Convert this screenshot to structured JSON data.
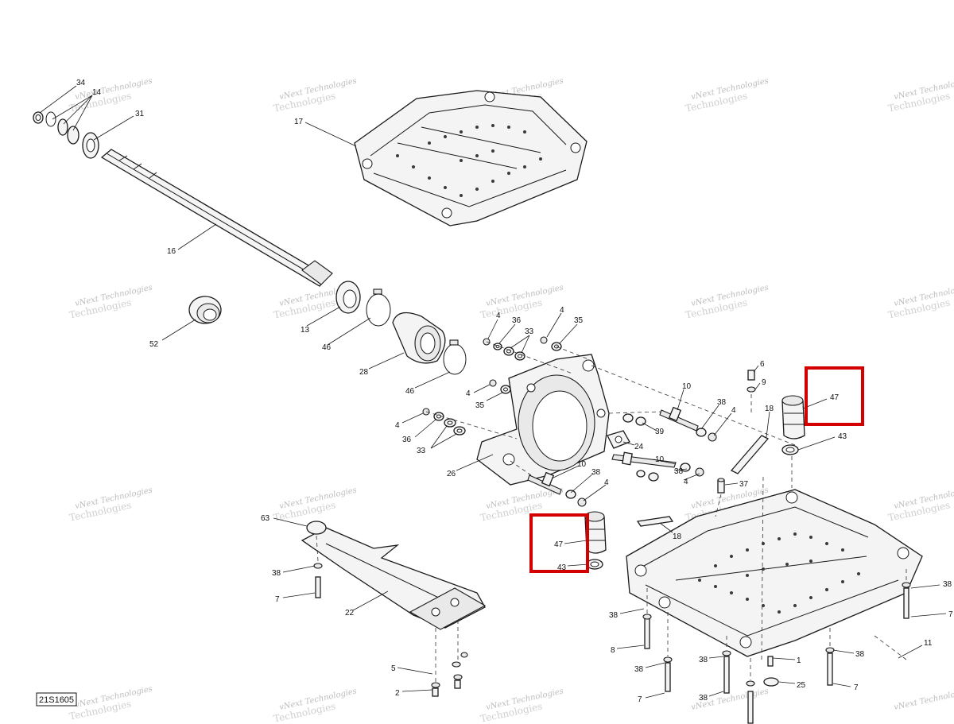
{
  "diagram": {
    "code": "21S1605",
    "watermark": {
      "line1": "vNext Technologies",
      "line2": "Technologies"
    },
    "callouts": [
      {
        "id": "c34",
        "text": "34"
      },
      {
        "id": "c14",
        "text": "14"
      },
      {
        "id": "c31",
        "text": "31"
      },
      {
        "id": "c17",
        "text": "17"
      },
      {
        "id": "c16",
        "text": "16"
      },
      {
        "id": "c52",
        "text": "52"
      },
      {
        "id": "c13",
        "text": "13"
      },
      {
        "id": "c46a",
        "text": "46"
      },
      {
        "id": "c28",
        "text": "28"
      },
      {
        "id": "c46b",
        "text": "46"
      },
      {
        "id": "c4a",
        "text": "4"
      },
      {
        "id": "c36a",
        "text": "36"
      },
      {
        "id": "c33a",
        "text": "33"
      },
      {
        "id": "c4b",
        "text": "4"
      },
      {
        "id": "c35a",
        "text": "35"
      },
      {
        "id": "c4c",
        "text": "4"
      },
      {
        "id": "c35b",
        "text": "35"
      },
      {
        "id": "c4d",
        "text": "4"
      },
      {
        "id": "c36b",
        "text": "36"
      },
      {
        "id": "c33b",
        "text": "33"
      },
      {
        "id": "c26",
        "text": "26"
      },
      {
        "id": "c6",
        "text": "6"
      },
      {
        "id": "c9",
        "text": "9"
      },
      {
        "id": "c47a",
        "text": "47"
      },
      {
        "id": "c43a",
        "text": "43"
      },
      {
        "id": "c10a",
        "text": "10"
      },
      {
        "id": "c38a",
        "text": "38"
      },
      {
        "id": "c4e",
        "text": "4"
      },
      {
        "id": "c18a",
        "text": "18"
      },
      {
        "id": "c39",
        "text": "39"
      },
      {
        "id": "c24",
        "text": "24"
      },
      {
        "id": "c10b",
        "text": "10"
      },
      {
        "id": "c38b",
        "text": "38"
      },
      {
        "id": "c4f",
        "text": "4"
      },
      {
        "id": "c10c",
        "text": "10"
      },
      {
        "id": "c38c",
        "text": "38"
      },
      {
        "id": "c4g",
        "text": "4"
      },
      {
        "id": "c37",
        "text": "37"
      },
      {
        "id": "c63",
        "text": "63"
      },
      {
        "id": "c47b",
        "text": "47"
      },
      {
        "id": "c43b",
        "text": "43"
      },
      {
        "id": "c18b",
        "text": "18"
      },
      {
        "id": "c38d",
        "text": "38"
      },
      {
        "id": "c7a",
        "text": "7"
      },
      {
        "id": "c22",
        "text": "22"
      },
      {
        "id": "c5",
        "text": "5"
      },
      {
        "id": "c2",
        "text": "2"
      },
      {
        "id": "c38e",
        "text": "38"
      },
      {
        "id": "c8",
        "text": "8"
      },
      {
        "id": "c38f",
        "text": "38"
      },
      {
        "id": "c7b",
        "text": "7"
      },
      {
        "id": "c38g",
        "text": "38"
      },
      {
        "id": "c1",
        "text": "1"
      },
      {
        "id": "c25",
        "text": "25"
      },
      {
        "id": "c38h",
        "text": "38"
      },
      {
        "id": "c7c",
        "text": "7"
      },
      {
        "id": "c38i",
        "text": "38"
      },
      {
        "id": "c7d",
        "text": "7"
      },
      {
        "id": "c11",
        "text": "11"
      },
      {
        "id": "c38j",
        "text": "38"
      }
    ]
  }
}
